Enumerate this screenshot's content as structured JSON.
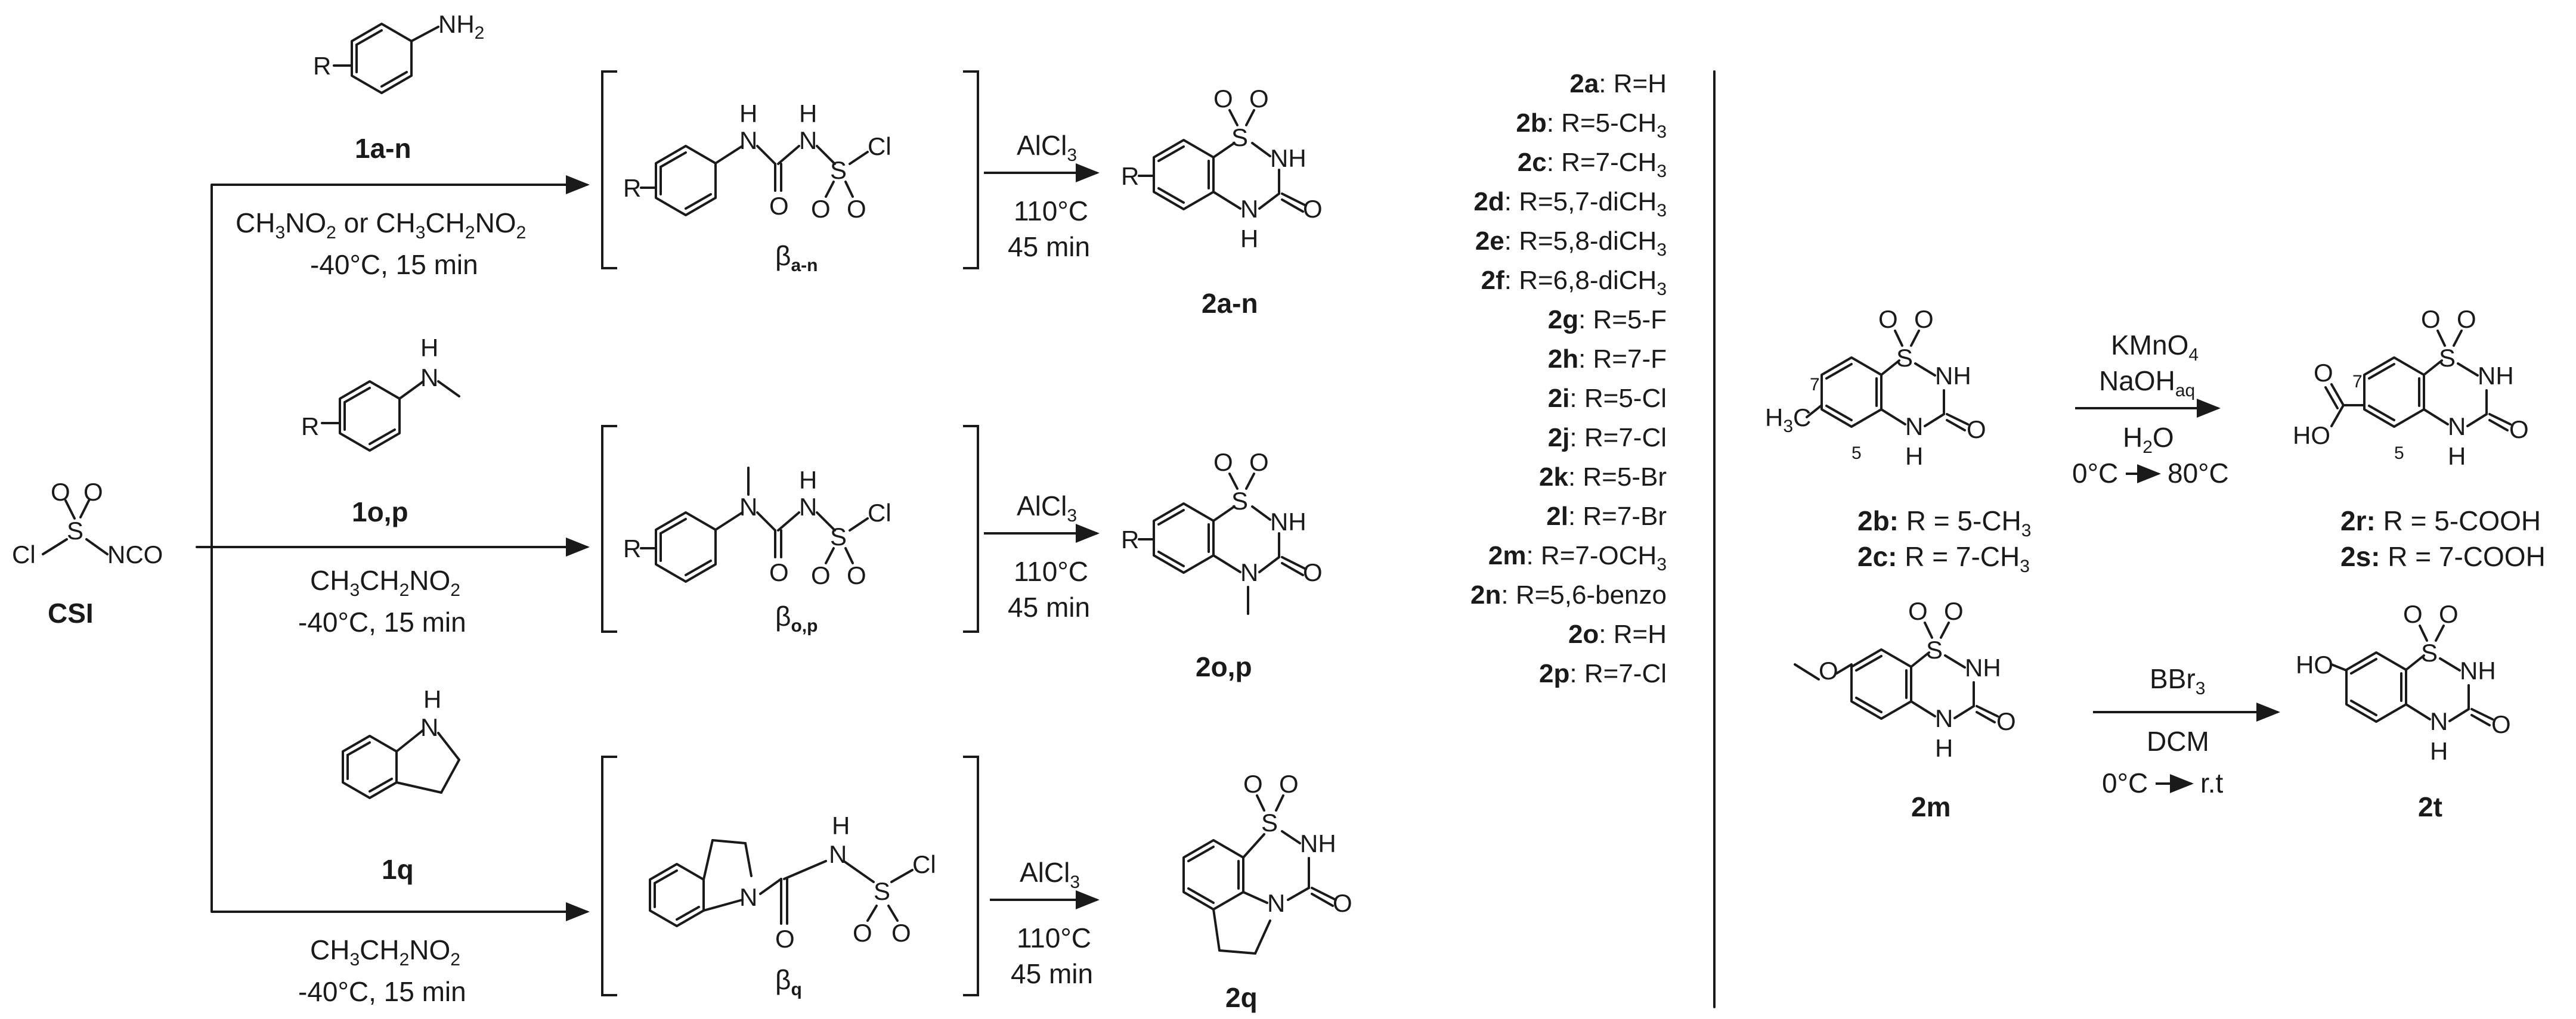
{
  "csi": {
    "cl": "Cl",
    "s": "S",
    "o1": "O",
    "o2": "O",
    "nco": "NCO",
    "label": "CSI"
  },
  "route1": {
    "sm_r": "R",
    "sm_nh2": "NH",
    "sm_nh2_sub": "2",
    "sm_label": "1a-n",
    "cond1": "CH",
    "cond1_a": "3",
    "cond1_b": "NO",
    "cond1_c": "2",
    "cond1_d": " or CH",
    "cond1_e": "3",
    "cond1_f": "CH",
    "cond1_g": "2",
    "cond1_h": "NO",
    "cond1_i": "2",
    "cond2": "-40°C, 15 min",
    "int_r": "R",
    "int_h1": "H",
    "int_n1": "N",
    "int_h2": "H",
    "int_n2": "N",
    "int_o1": "O",
    "int_s": "S",
    "int_o2": "O",
    "int_o3": "O",
    "int_cl": "Cl",
    "int_label": "β",
    "int_label_sub": "a-n",
    "reagent": "AlCl",
    "reagent_sub": "3",
    "temp": "110°C",
    "time": "45 min",
    "prod_r": "R",
    "prod_o1": "O",
    "prod_o2": "O",
    "prod_s": "S",
    "prod_nh": "NH",
    "prod_n": "N",
    "prod_h": "H",
    "prod_o3": "O",
    "prod_label": "2a-n"
  },
  "route2": {
    "sm_r": "R",
    "sm_h": "H",
    "sm_n": "N",
    "sm_label": "1o,p",
    "cond1": "CH",
    "cond1_a": "3",
    "cond1_b": "CH",
    "cond1_c": "2",
    "cond1_d": "NO",
    "cond1_e": "2",
    "cond2": "-40°C, 15 min",
    "int_r": "R",
    "int_n1": "N",
    "int_h": "H",
    "int_n2": "N",
    "int_o1": "O",
    "int_s": "S",
    "int_o2": "O",
    "int_o3": "O",
    "int_cl": "Cl",
    "int_label": "β",
    "int_label_sub": "o,p",
    "reagent": "AlCl",
    "reagent_sub": "3",
    "temp": "110°C",
    "time": "45 min",
    "prod_r": "R",
    "prod_o1": "O",
    "prod_o2": "O",
    "prod_s": "S",
    "prod_nh": "NH",
    "prod_n": "N",
    "prod_o3": "O",
    "prod_label": "2o,p"
  },
  "route3": {
    "sm_h": "H",
    "sm_n": "N",
    "sm_label": "1q",
    "cond1": "CH",
    "cond1_a": "3",
    "cond1_b": "CH",
    "cond1_c": "2",
    "cond1_d": "NO",
    "cond1_e": "2",
    "cond2": "-40°C, 15 min",
    "int_n1": "N",
    "int_h": "H",
    "int_n2": "N",
    "int_o1": "O",
    "int_s": "S",
    "int_o2": "O",
    "int_o3": "O",
    "int_cl": "Cl",
    "int_label": "β",
    "int_label_sub": "q",
    "reagent": "AlCl",
    "reagent_sub": "3",
    "temp": "110°C",
    "time": "45 min",
    "prod_o1": "O",
    "prod_o2": "O",
    "prod_s": "S",
    "prod_nh": "NH",
    "prod_n": "N",
    "prod_o3": "O",
    "prod_label": "2q"
  },
  "substituents": [
    {
      "id": "2a",
      "text": ": R=H"
    },
    {
      "id": "2b",
      "text": ": R=5-CH",
      "sub": "3"
    },
    {
      "id": "2c",
      "text": ": R=7-CH",
      "sub": "3"
    },
    {
      "id": "2d",
      "text": ": R=5,7-diCH",
      "sub": "3"
    },
    {
      "id": "2e",
      "text": ": R=5,8-diCH",
      "sub": "3"
    },
    {
      "id": "2f",
      "text": ": R=6,8-diCH",
      "sub": "3"
    },
    {
      "id": "2g",
      "text": ": R=5-F"
    },
    {
      "id": "2h",
      "text": ": R=7-F"
    },
    {
      "id": "2i",
      "text": ": R=5-Cl"
    },
    {
      "id": "2j",
      "text": ": R=7-Cl"
    },
    {
      "id": "2k",
      "text": ": R=5-Br"
    },
    {
      "id": "2l",
      "text": ": R=7-Br"
    },
    {
      "id": "2m",
      "text": ": R=7-OCH",
      "sub": "3"
    },
    {
      "id": "2n",
      "text": ": R=5,6-benzo"
    },
    {
      "id": "2o",
      "text": ": R=H"
    },
    {
      "id": "2p",
      "text": ": R=7-Cl"
    }
  ],
  "oxidation": {
    "sm_h3c": "H",
    "sm_h3c_sub": "3",
    "sm_h3c_c": "C",
    "sm_pos7": "7",
    "sm_pos5": "5",
    "sm_o1": "O",
    "sm_o2": "O",
    "sm_s": "S",
    "sm_nh": "NH",
    "sm_n": "N",
    "sm_h": "H",
    "sm_o3": "O",
    "sm_lbl1_id": "2b:",
    "sm_lbl1_text": " R = 5-CH",
    "sm_lbl1_sub": "3",
    "sm_lbl2_id": "2c:",
    "sm_lbl2_text": " R = 7-CH",
    "sm_lbl2_sub": "3",
    "reagent1": "KMnO",
    "reagent1_sub": "4",
    "reagent2": "NaOH",
    "reagent2_sub": "aq",
    "reagent3": "H",
    "reagent3_sub": "2",
    "reagent3_b": "O",
    "temp_from": "0°C",
    "temp_to": "80°C",
    "prod_o": "O",
    "prod_ho": "HO",
    "prod_pos7": "7",
    "prod_pos5": "5",
    "prod_o1": "O",
    "prod_o2": "O",
    "prod_s": "S",
    "prod_nh": "NH",
    "prod_n": "N",
    "prod_h": "H",
    "prod_o3": "O",
    "prod_lbl1_id": "2r:",
    "prod_lbl1_text": " R = 5-COOH",
    "prod_lbl2_id": "2s:",
    "prod_lbl2_text": " R = 7-COOH"
  },
  "demethylation": {
    "sm_o": "O",
    "sm_o1": "O",
    "sm_o2": "O",
    "sm_s": "S",
    "sm_nh": "NH",
    "sm_n": "N",
    "sm_h": "H",
    "sm_o3": "O",
    "sm_label": "2m",
    "reagent1": "BBr",
    "reagent1_sub": "3",
    "reagent2": "DCM",
    "temp_from": "0°C",
    "temp_to": "r.t",
    "prod_ho": "HO",
    "prod_o1": "O",
    "prod_o2": "O",
    "prod_s": "S",
    "prod_nh": "NH",
    "prod_n": "N",
    "prod_h": "H",
    "prod_o3": "O",
    "prod_label": "2t"
  }
}
